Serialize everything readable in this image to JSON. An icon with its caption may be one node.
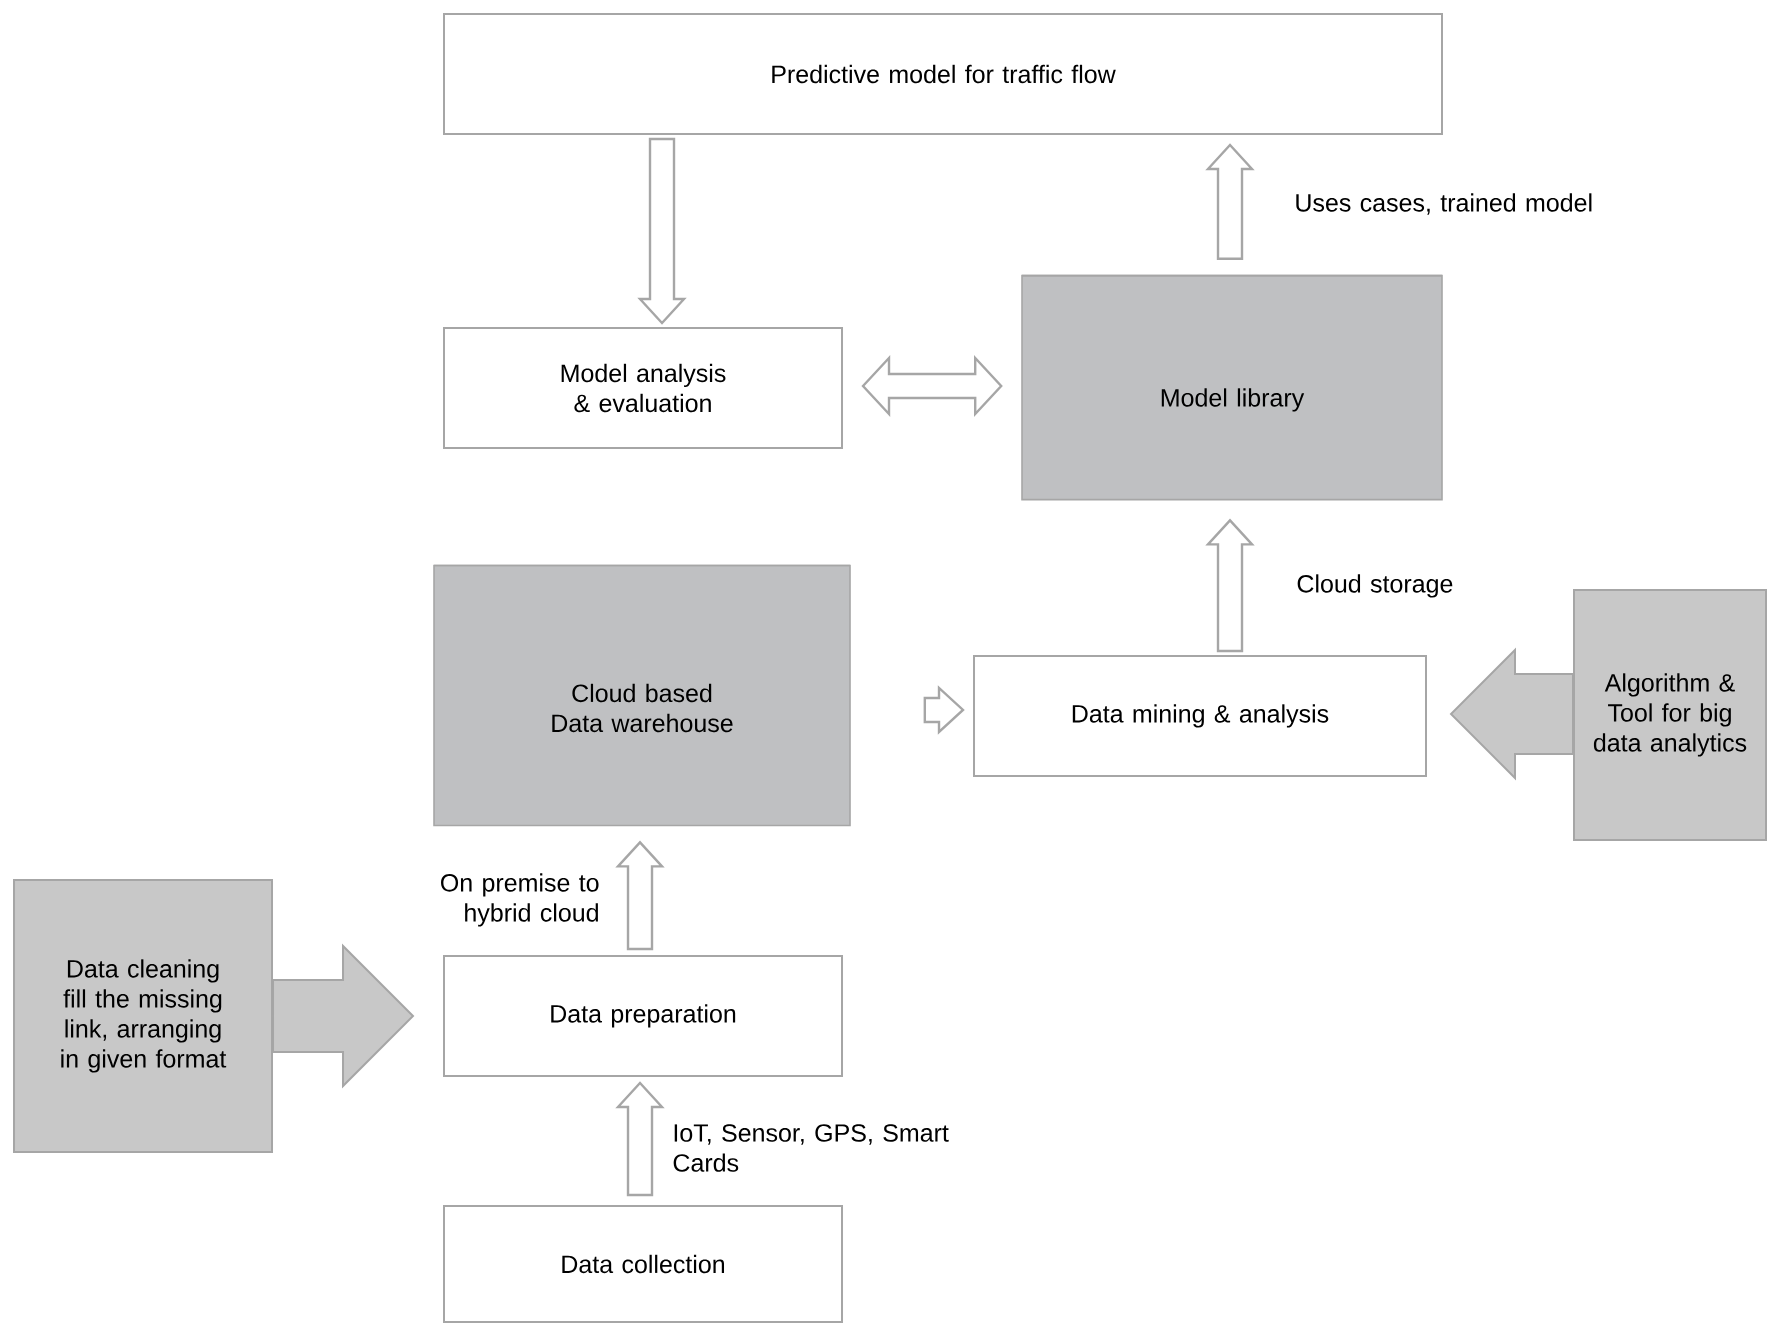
{
  "diagram": {
    "nodes": [
      {
        "text": [
          "Predictive model for traffic flow"
        ]
      },
      {
        "text": [
          "Model analysis & evaluation"
        ]
      },
      {
        "text": [
          "Model library"
        ]
      },
      {
        "text": [
          "Cloud based Data warehouse"
        ]
      },
      {
        "text": [
          "Data mining & analysis"
        ]
      },
      {
        "text": [
          "Algorithm & Tool for big data analytics"
        ]
      },
      {
        "text": [
          "Data cleaning fill the missing link, arranging in given format"
        ]
      },
      {
        "text": [
          "Data preparation"
        ]
      },
      {
        "text": [
          "Data collection"
        ]
      }
    ],
    "edges": [
      {
        "from": 0,
        "to": 1,
        "arrow": "to"
      },
      {
        "from": 1,
        "to": 2,
        "arrow": "both"
      },
      {
        "from": 2,
        "to": 0,
        "arrow": "to",
        "label": "Uses cases, trained model"
      },
      {
        "from": 4,
        "to": 2,
        "arrow": "to",
        "label": "Cloud storage"
      },
      {
        "from": 3,
        "to": 4,
        "arrow": "to"
      },
      {
        "from": 7,
        "to": 3,
        "arrow": "to",
        "label": "On premise to hybrid cloud"
      },
      {
        "from": 8,
        "to": 7,
        "arrow": "to",
        "label": "IoT, Sensor, GPS, Smart Cards"
      },
      {
        "from": 5,
        "to": 4,
        "arrow": "to",
        "style": "thick"
      },
      {
        "from": 6,
        "to": 7,
        "arrow": "to",
        "style": "thick"
      }
    ]
  }
}
